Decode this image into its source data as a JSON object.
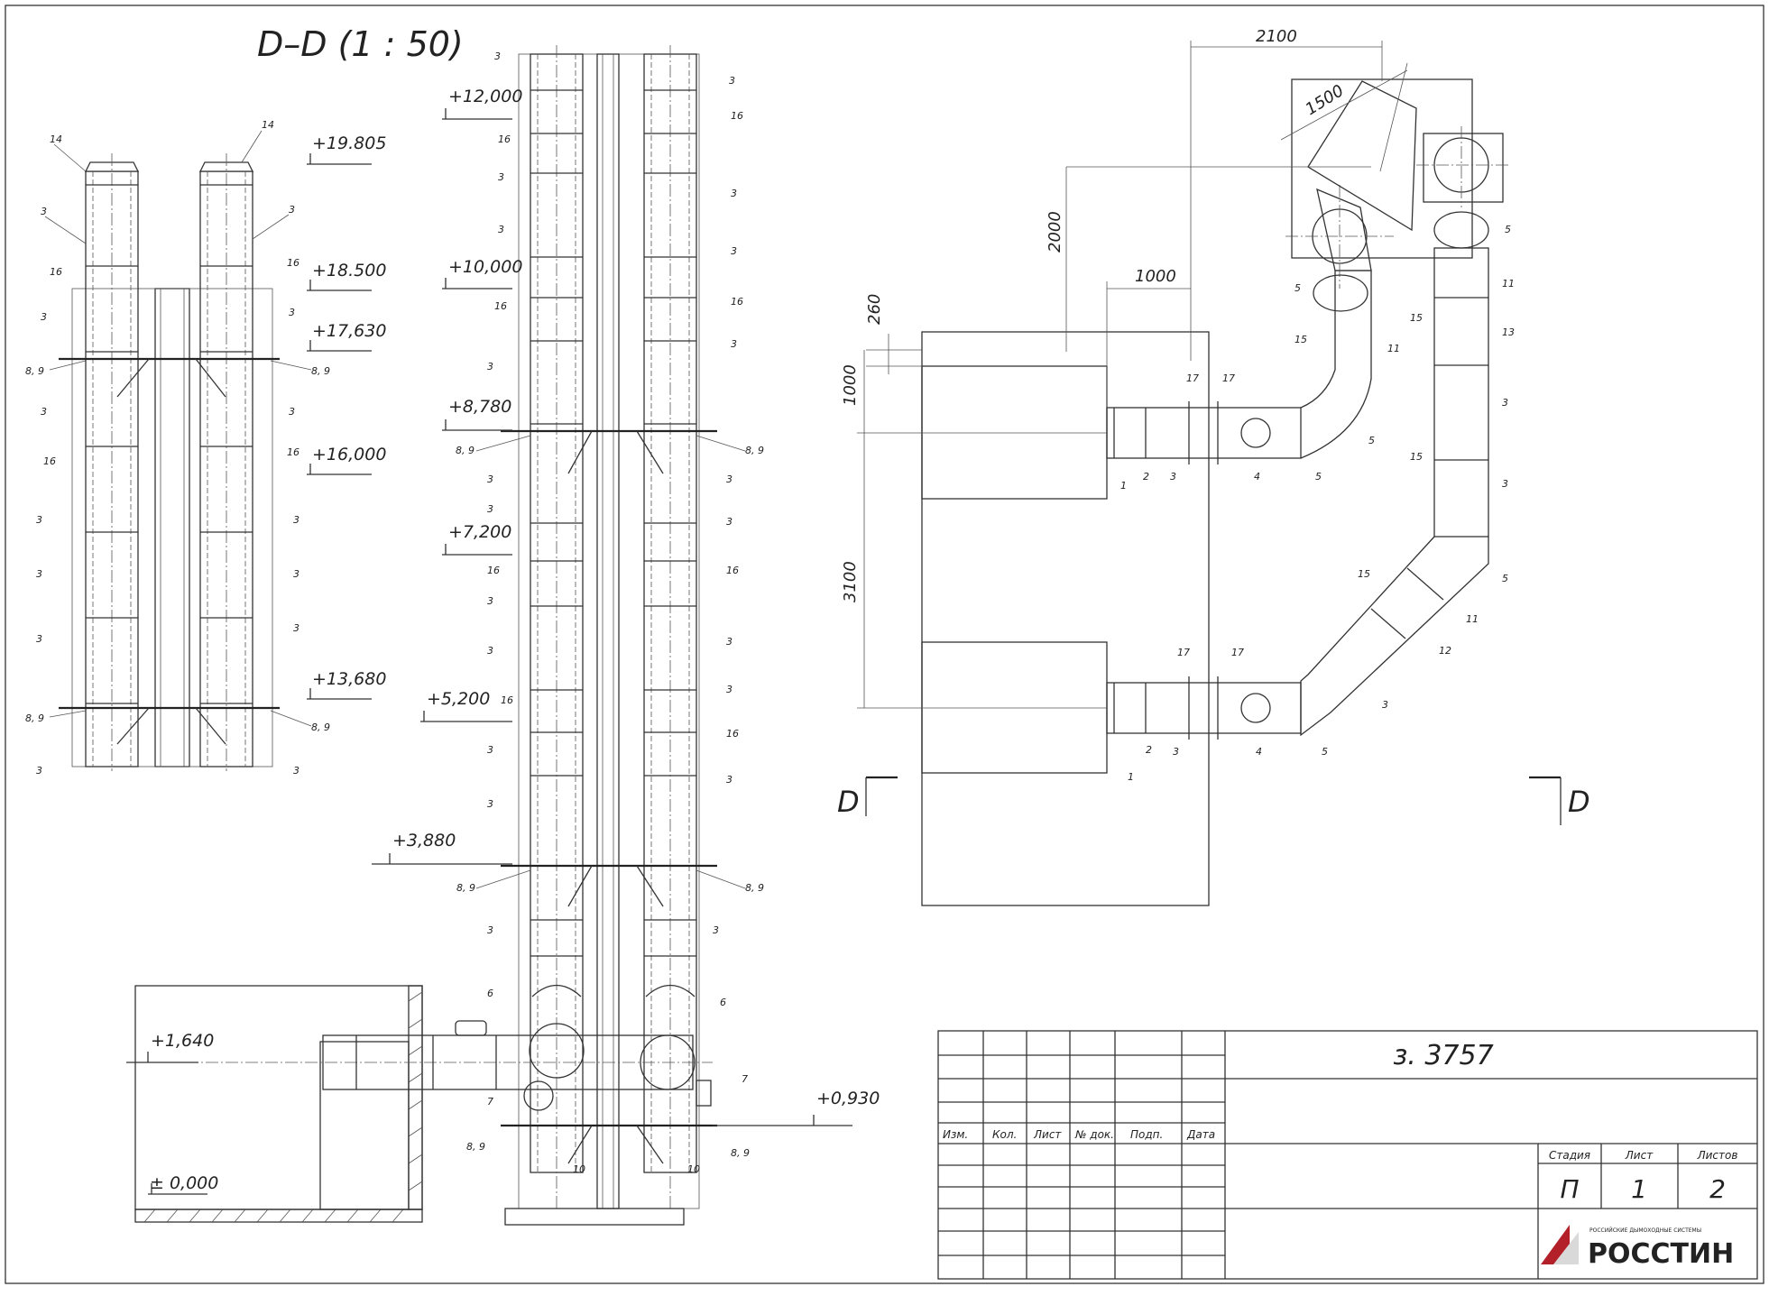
{
  "drawing": {
    "section_title": "D–D (1 : 50)",
    "section_mark": "D",
    "levels_left": [
      "+19.805",
      "+18.500",
      "+17,630",
      "+16,000",
      "+13,680"
    ],
    "levels_mid": [
      "+12,000",
      "+10,000",
      "+8,780",
      "+7,200",
      "+5,200",
      "+3,880"
    ],
    "levels_bottom": [
      "+1,640",
      "± 0,000",
      "+0,930"
    ],
    "dims": {
      "d2100": "2100",
      "d1500": "1500",
      "d2000": "2000",
      "d1000h": "1000",
      "d260": "260",
      "d1000v": "1000",
      "d3100": "3100"
    },
    "callouts": {
      "c1": "1",
      "c2": "2",
      "c3": "3",
      "c4": "4",
      "c5": "5",
      "c6": "6",
      "c7": "7",
      "c89": "8, 9",
      "c10": "10",
      "c11": "11",
      "c12": "12",
      "c13": "13",
      "c14": "14",
      "c15": "15",
      "c16": "16",
      "c17": "17"
    }
  },
  "title_block": {
    "code": "з. 3757",
    "headers": [
      "Изм.",
      "Кол.",
      "Лист",
      "№ док.",
      "Подп.",
      "Дата"
    ],
    "stage_label": "Стадия",
    "sheet_label": "Лист",
    "sheets_label": "Листов",
    "stage": "П",
    "sheet": "1",
    "sheets": "2",
    "company_tagline": "РОССИЙСКИЕ ДЫМОХОДНЫЕ СИСТЕМЫ",
    "company": "РОССТИН",
    "logo_color": "#b3202a"
  }
}
